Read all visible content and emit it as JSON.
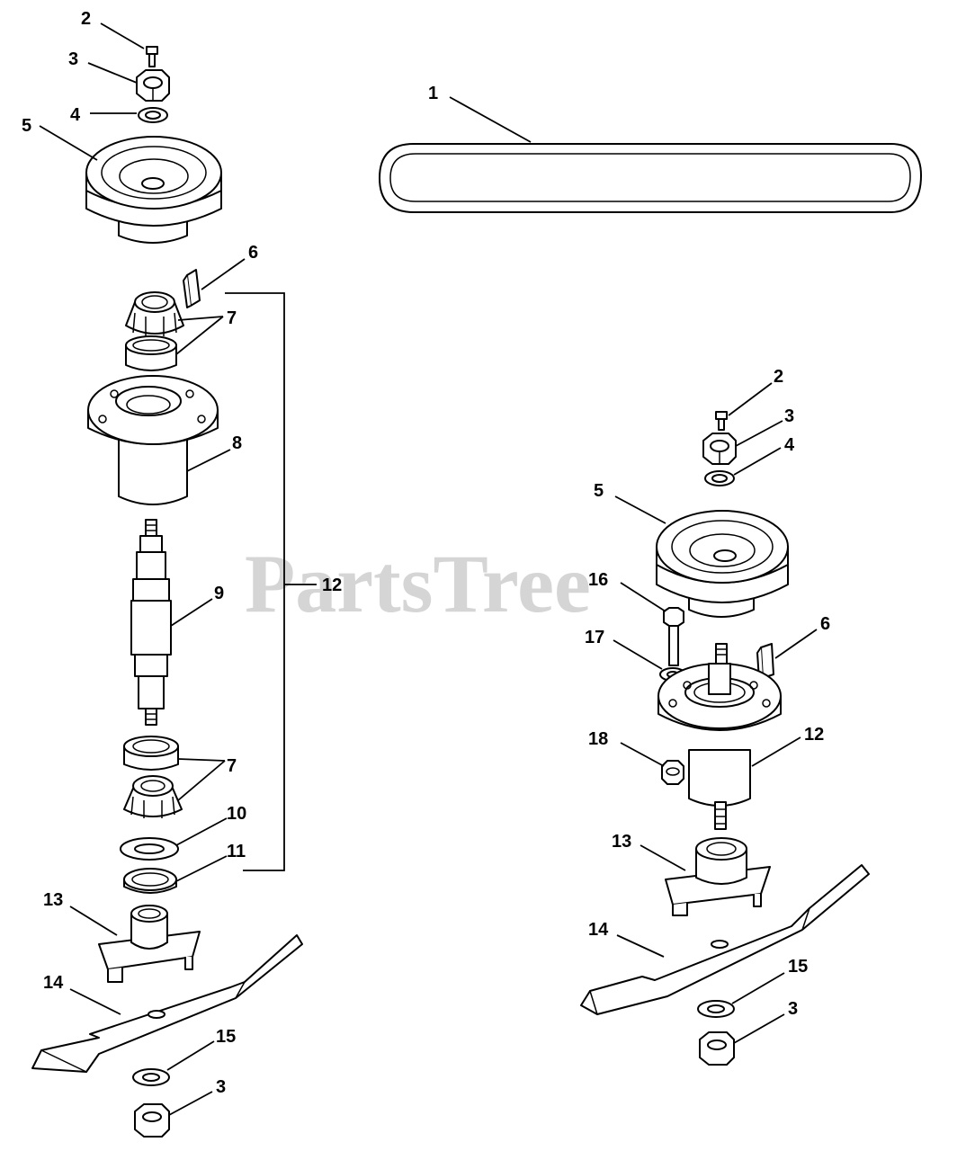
{
  "watermark": {
    "text": "PartsTree"
  },
  "left_assembly": {
    "labels": {
      "c2": "2",
      "c3": "3",
      "c4": "4",
      "c5": "5",
      "c6": "6",
      "c7a": "7",
      "c8": "8",
      "c9": "9",
      "c12": "12",
      "c7b": "7",
      "c10": "10",
      "c11": "11",
      "c13": "13",
      "c14": "14",
      "c15": "15",
      "c3b": "3"
    }
  },
  "belt": {
    "labels": {
      "c1": "1"
    }
  },
  "right_assembly": {
    "labels": {
      "c2": "2",
      "c3": "3",
      "c4": "4",
      "c5": "5",
      "c16": "16",
      "c6": "6",
      "c17": "17",
      "c12": "12",
      "c18": "18",
      "c13": "13",
      "c14": "14",
      "c15": "15",
      "c3b": "3"
    }
  }
}
